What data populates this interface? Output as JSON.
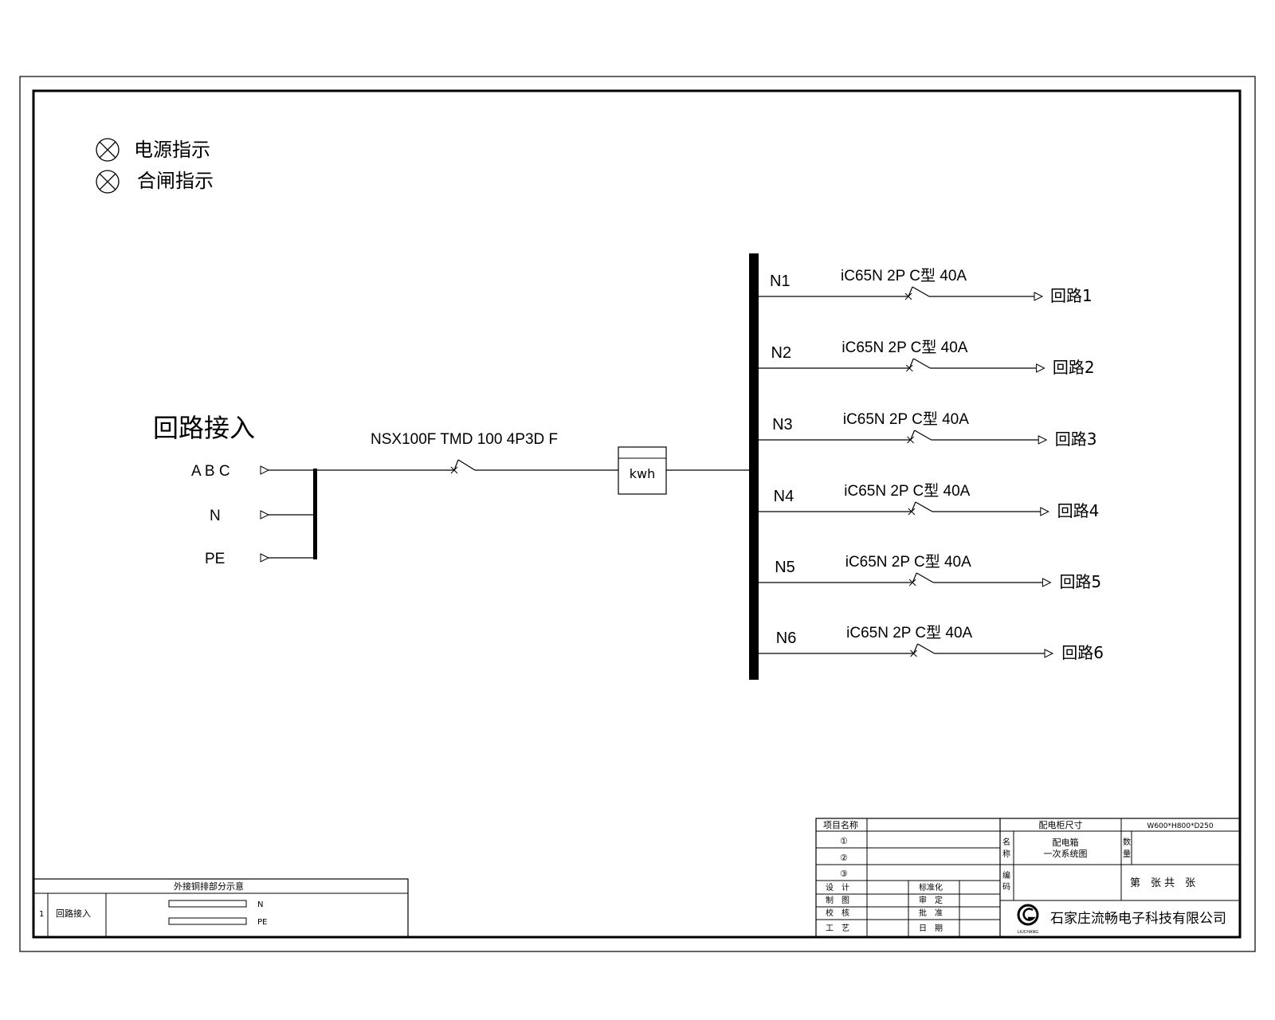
{
  "legend": {
    "power_indicator": "电源指示",
    "closing_indicator": "合闸指示"
  },
  "incoming": {
    "title": "回路接入",
    "phases": [
      "A B C",
      "N",
      "PE"
    ]
  },
  "main_breaker": {
    "label": "NSX100F TMD 100 4P3D F"
  },
  "meter": {
    "label": "kwh"
  },
  "branches": [
    {
      "bus": "N1",
      "breaker": "iC65N 2P C型 40A",
      "circuit": "回路1"
    },
    {
      "bus": "N2",
      "breaker": "iC65N 2P C型 40A",
      "circuit": "回路2"
    },
    {
      "bus": "N3",
      "breaker": "iC65N 2P C型 40A",
      "circuit": "回路3"
    },
    {
      "bus": "N4",
      "breaker": "iC65N 2P C型 40A",
      "circuit": "回路4"
    },
    {
      "bus": "N5",
      "breaker": "iC65N 2P C型 40A",
      "circuit": "回路5"
    },
    {
      "bus": "N6",
      "breaker": "iC65N 2P C型 40A",
      "circuit": "回路6"
    }
  ],
  "copper_table": {
    "title": "外接铜排部分示意",
    "row_index": "1",
    "row_label": "回路接入",
    "bar_n": "N",
    "bar_pe": "PE"
  },
  "title_block": {
    "project_name_label": "项目名称",
    "rev1": "①",
    "rev2": "②",
    "rev3": "③",
    "design": "设　计",
    "drawing": "制　图",
    "check": "校　核",
    "process": "工　艺",
    "standardization": "标准化",
    "review": "审　定",
    "approve": "批　准",
    "date": "日　期",
    "cabinet_size_label": "配电柜尺寸",
    "cabinet_size_value": "W600*H800*D250",
    "name_label_1": "名",
    "name_label_2": "称",
    "drawing_name_1": "配电箱",
    "drawing_name_2": "一次系统图",
    "qty_label_1": "数",
    "qty_label_2": "量",
    "code_label_1": "编",
    "code_label_2": "码",
    "sheet_info": "第　张 共　张",
    "logo_text": "LIUCHANG",
    "company": "石家庄流畅电子科技有限公司"
  }
}
